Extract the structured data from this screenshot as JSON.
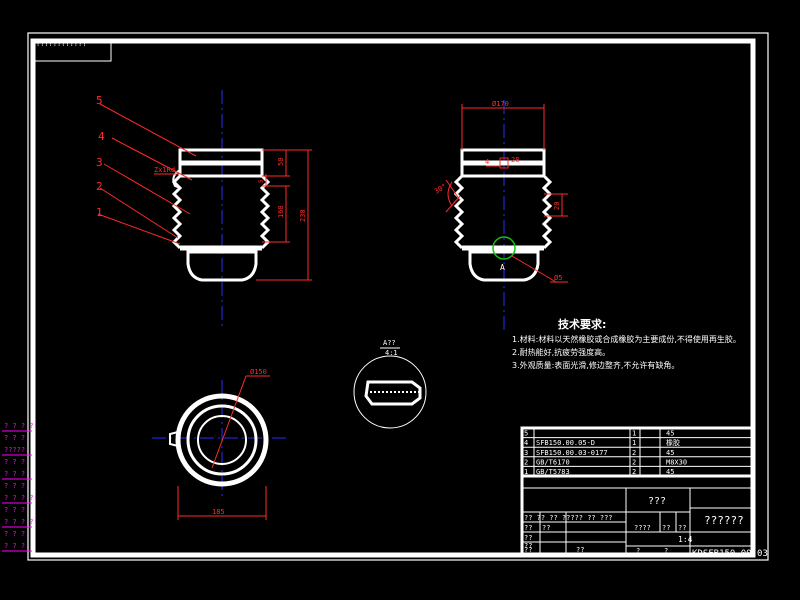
{
  "colors": {
    "background": "#000000",
    "frame": "#ffffff",
    "centerline": "#2b2bff",
    "dimension": "#ff2a2a",
    "leader": "#ff2a2a",
    "margin_text": "#ff00ff",
    "notes_text": "#ffffff",
    "highlight_circle": "#16c016"
  },
  "header_stamp": "????????????",
  "part_labels": [
    "5",
    "4",
    "3",
    "2",
    "1"
  ],
  "front_view": {
    "dim_thread": "Zx1Rd",
    "dim_50": "50",
    "dim_160": "160",
    "dim_230": "230",
    "dim_side": "5"
  },
  "side_view": {
    "dim_170": "Ø170",
    "dim_4": "4",
    "dim_28": "28",
    "dim_angle": "30°",
    "dim_20": "20",
    "dim_65": "Ø5",
    "label_a": "A"
  },
  "top_view": {
    "dim_150": "Ø150",
    "dim_185": "185"
  },
  "detail_view": {
    "title": "A??",
    "scale": "4:1"
  },
  "tech_requirements": {
    "title": "技术要求:",
    "items": [
      "1.材料:材料以天然橡胶或合成橡胶为主要成份,不得使用再生胶。",
      "2.耐热能好,抗疲劳强度高。",
      "3.外观质量:表面光滑,修边整齐,不允许有缺角。"
    ]
  },
  "bom": {
    "rows": [
      [
        "5",
        "",
        "1",
        "45"
      ],
      [
        "4",
        "SFB150.00.05-D",
        "1",
        "橡胶"
      ],
      [
        "3",
        "SFB150.00.03-0177",
        "2",
        "45"
      ],
      [
        "2",
        "GB/T6170",
        "2",
        "M8X30"
      ],
      [
        "1",
        "GB/T5783",
        "2",
        "45"
      ]
    ]
  },
  "title_block": {
    "label_mid": "???",
    "label_right": "??????",
    "row_text": "?? ?? ?? ????? ?? ???",
    "cells": [
      "??",
      "??",
      "??",
      "????",
      "??",
      "??",
      "??",
      "??",
      "??",
      "?",
      "?"
    ],
    "scale": "1:4",
    "drawing_no": "KDSFB150.00.03"
  },
  "left_margin_labels": [
    "? ? ? ?",
    "? ? ?",
    "?????",
    "? ? ?",
    "? ? ?",
    "? ? ?",
    "? ? ? ?",
    "? ? ?",
    "? ? ? ?",
    "? ? ?",
    "? ? ?"
  ]
}
